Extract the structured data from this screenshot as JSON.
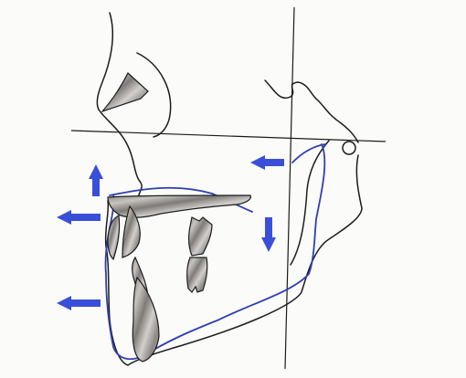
{
  "figure": {
    "background": "#fbfbfa",
    "ink_color": "#1c1c1c",
    "post_treatment_trace_color": "#2f3fb0",
    "arrow_color": "#3a4fd8",
    "hatched_fill": "gradient-gray"
  },
  "elements": {
    "horizontal_reference": "frankfort-horizontal-line",
    "vertical_reference": "vertical-reference-line",
    "arrows": [
      {
        "name": "arrow-up-icon",
        "direction": "up"
      },
      {
        "name": "arrow-left-upper-icon",
        "direction": "left"
      },
      {
        "name": "arrow-left-lower-icon",
        "direction": "left"
      },
      {
        "name": "arrow-left-condyle-icon",
        "direction": "left"
      },
      {
        "name": "arrow-down-ramus-icon",
        "direction": "down"
      }
    ]
  }
}
